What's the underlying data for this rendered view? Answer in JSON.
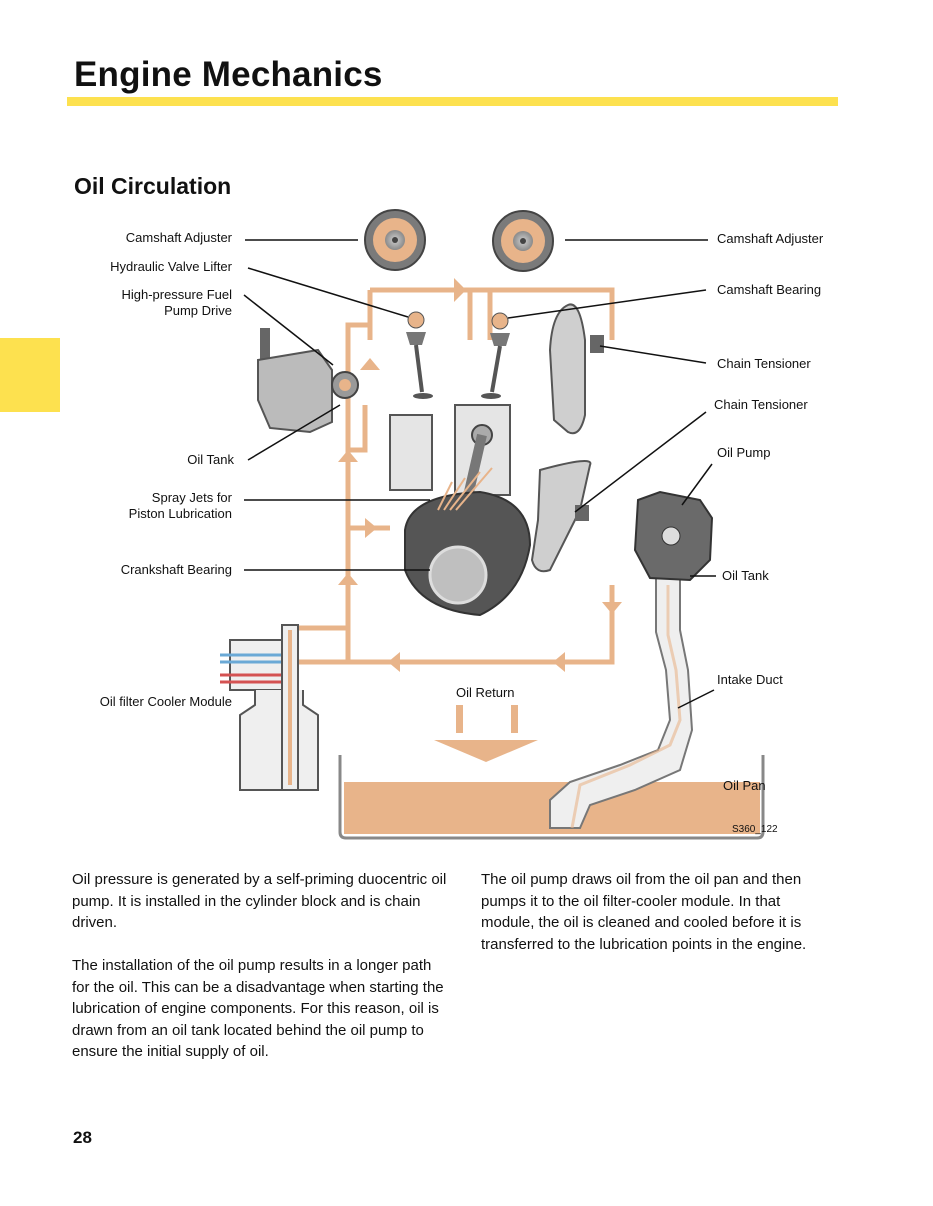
{
  "page": {
    "title": "Engine Mechanics",
    "subtitle": "Oil Circulation",
    "page_number": "28",
    "accent_color": "#fde14f",
    "oil_color": "#e8b48a",
    "figure_code": "S360_122"
  },
  "labels": {
    "camshaft_adjuster_left": "Camshaft Adjuster",
    "hydraulic_valve_lifter": "Hydraulic Valve Lifter",
    "hp_fuel_pump_drive_1": "High-pressure Fuel",
    "hp_fuel_pump_drive_2": "Pump Drive",
    "oil_tank_left": "Oil Tank",
    "spray_jets_1": "Spray Jets for",
    "spray_jets_2": "Piston Lubrication",
    "crankshaft_bearing": "Crankshaft Bearing",
    "oil_filter_cooler_module": "Oil filter Cooler Module",
    "oil_return": "Oil Return",
    "camshaft_adjuster_right": "Camshaft Adjuster",
    "camshaft_bearing": "Camshaft Bearing",
    "chain_tensioner_1": "Chain Tensioner",
    "chain_tensioner_2": "Chain Tensioner",
    "oil_pump": "Oil Pump",
    "oil_tank_right": "Oil Tank",
    "intake_duct": "Intake Duct",
    "oil_pan": "Oil Pan"
  },
  "text": {
    "col1_p1": "Oil pressure is generated by a self-priming duocentric oil pump. It is installed in the cylinder block and is chain driven.",
    "col1_p2": "The installation of the oil pump results in a longer path for the oil. This can be a disadvantage when starting the lubrication of engine components. For this reason, oil is drawn from an oil tank located behind the oil pump to ensure the initial supply of oil.",
    "col2_p1": "The oil pump draws oil from the oil pan and then pumps it to the oil filter-cooler module. In that module, the oil is cleaned and cooled before it is transferred to the lubrication points in the engine."
  }
}
